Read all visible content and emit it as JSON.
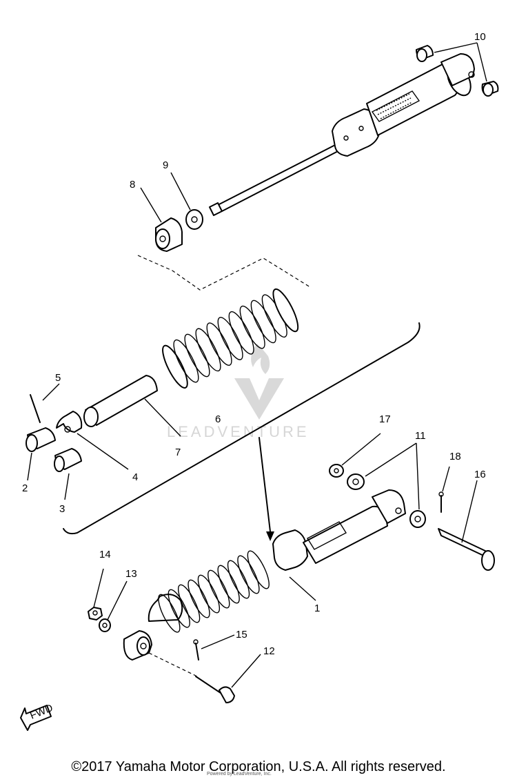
{
  "watermark": {
    "text": "LEADVENTURE",
    "sub": "Powered by LeadVenture, Inc."
  },
  "callouts": [
    "1",
    "2",
    "3",
    "4",
    "5",
    "6",
    "7",
    "8",
    "9",
    "10",
    "11",
    "12",
    "13",
    "14",
    "15",
    "16",
    "17",
    "18"
  ],
  "fwd_label": "FWD",
  "copyright": "©2017 Yamaha Motor Corporation, U.S.A. All rights reserved."
}
